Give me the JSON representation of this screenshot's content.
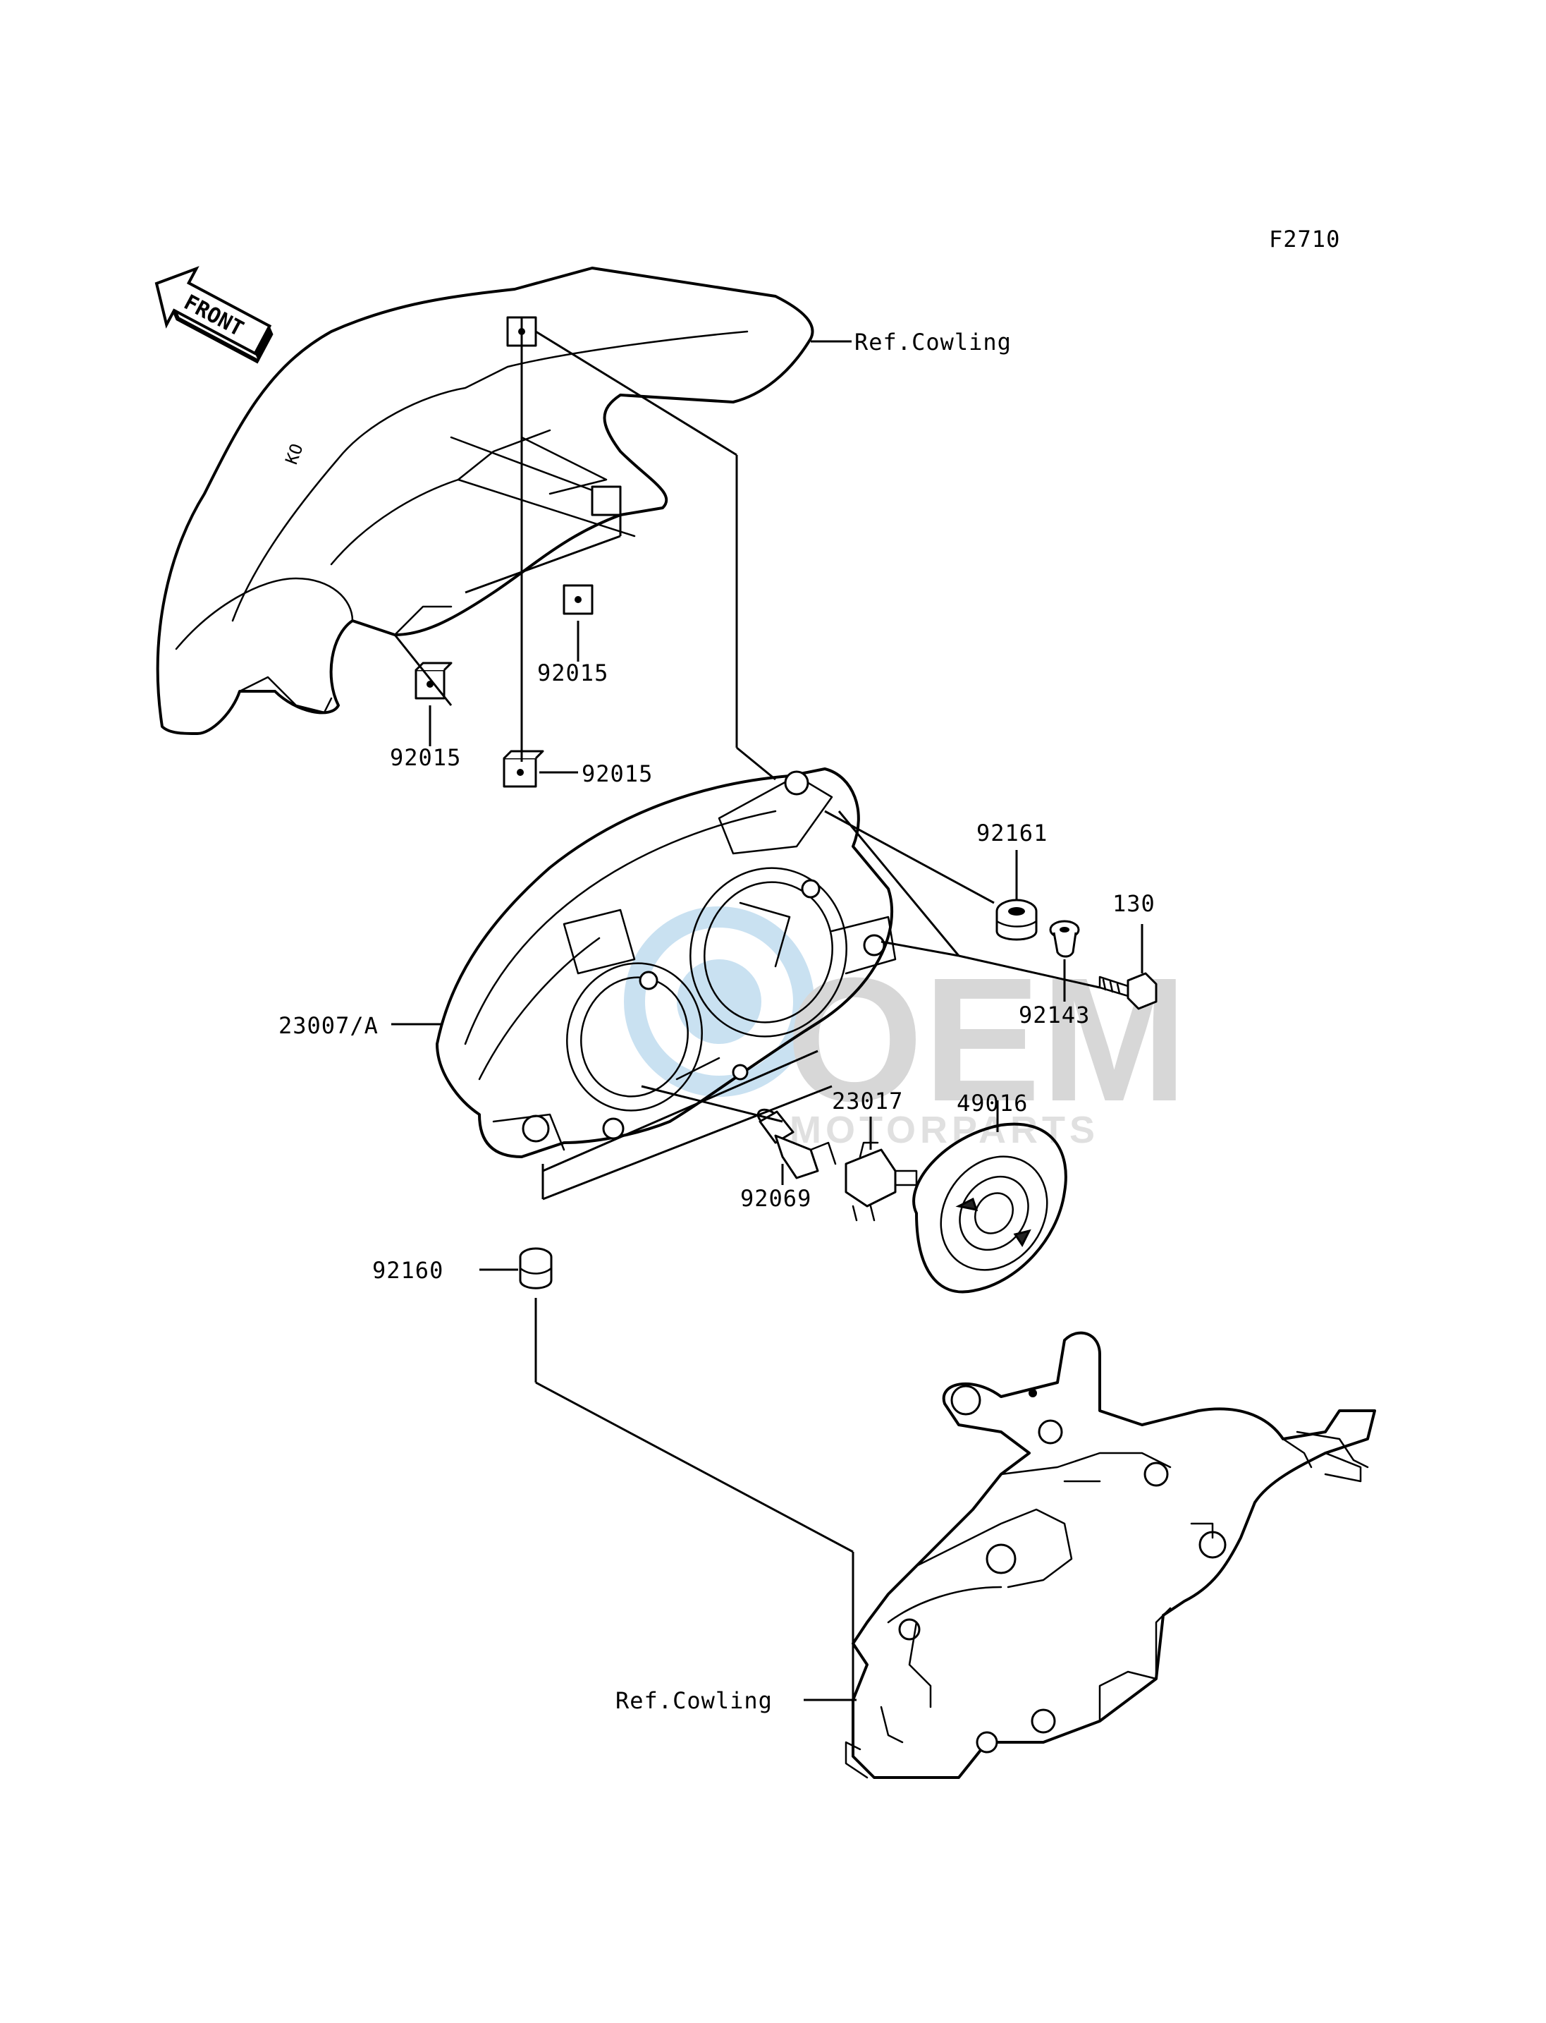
{
  "figure_id": "F2710",
  "front_arrow_label": "FRONT",
  "watermark": {
    "brand": "OEM",
    "sub": "MOTORPARTS",
    "color": "#9ec9e6"
  },
  "labels": {
    "ref_cowling_top": "Ref.Cowling",
    "ref_cowling_bottom": "Ref.Cowling",
    "nut_a": "92015",
    "nut_b": "92015",
    "nut_c": "92015",
    "grommet_top": "92161",
    "bolt": "130",
    "collar": "92143",
    "headlamp": "23007/A",
    "socket": "23017",
    "cap": "49016",
    "bulb": "92069",
    "grommet_bottom": "92160"
  }
}
